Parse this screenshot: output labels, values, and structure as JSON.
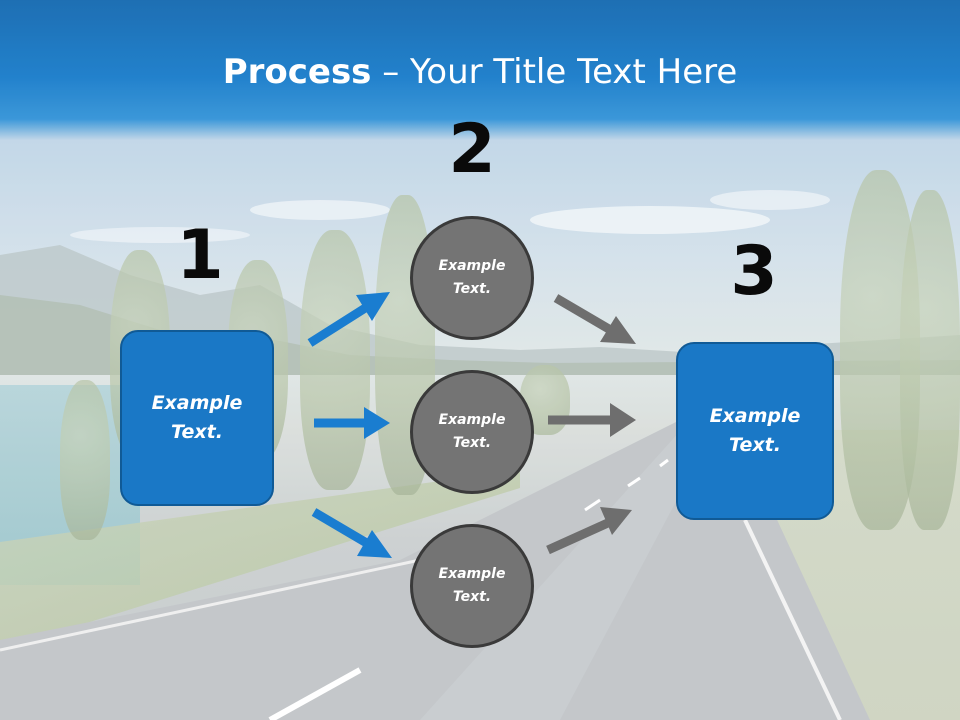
{
  "slide": {
    "title_bold": "Process",
    "title_rest": " – Your Title Text Here"
  },
  "steps": [
    {
      "number": "1"
    },
    {
      "number": "2"
    },
    {
      "number": "3"
    }
  ],
  "boxes": {
    "left": {
      "text": "Example\nText."
    },
    "right": {
      "text": "Example\nText."
    }
  },
  "circles": [
    {
      "text": "Example\nText."
    },
    {
      "text": "Example\nText."
    },
    {
      "text": "Example\nText."
    }
  ],
  "colors": {
    "title_band": "#1077c8",
    "box_blue": "#1a78c6",
    "arrow_blue": "#1a7dd0",
    "circle_gray": "#747474",
    "arrow_gray": "#6e6e6e"
  }
}
